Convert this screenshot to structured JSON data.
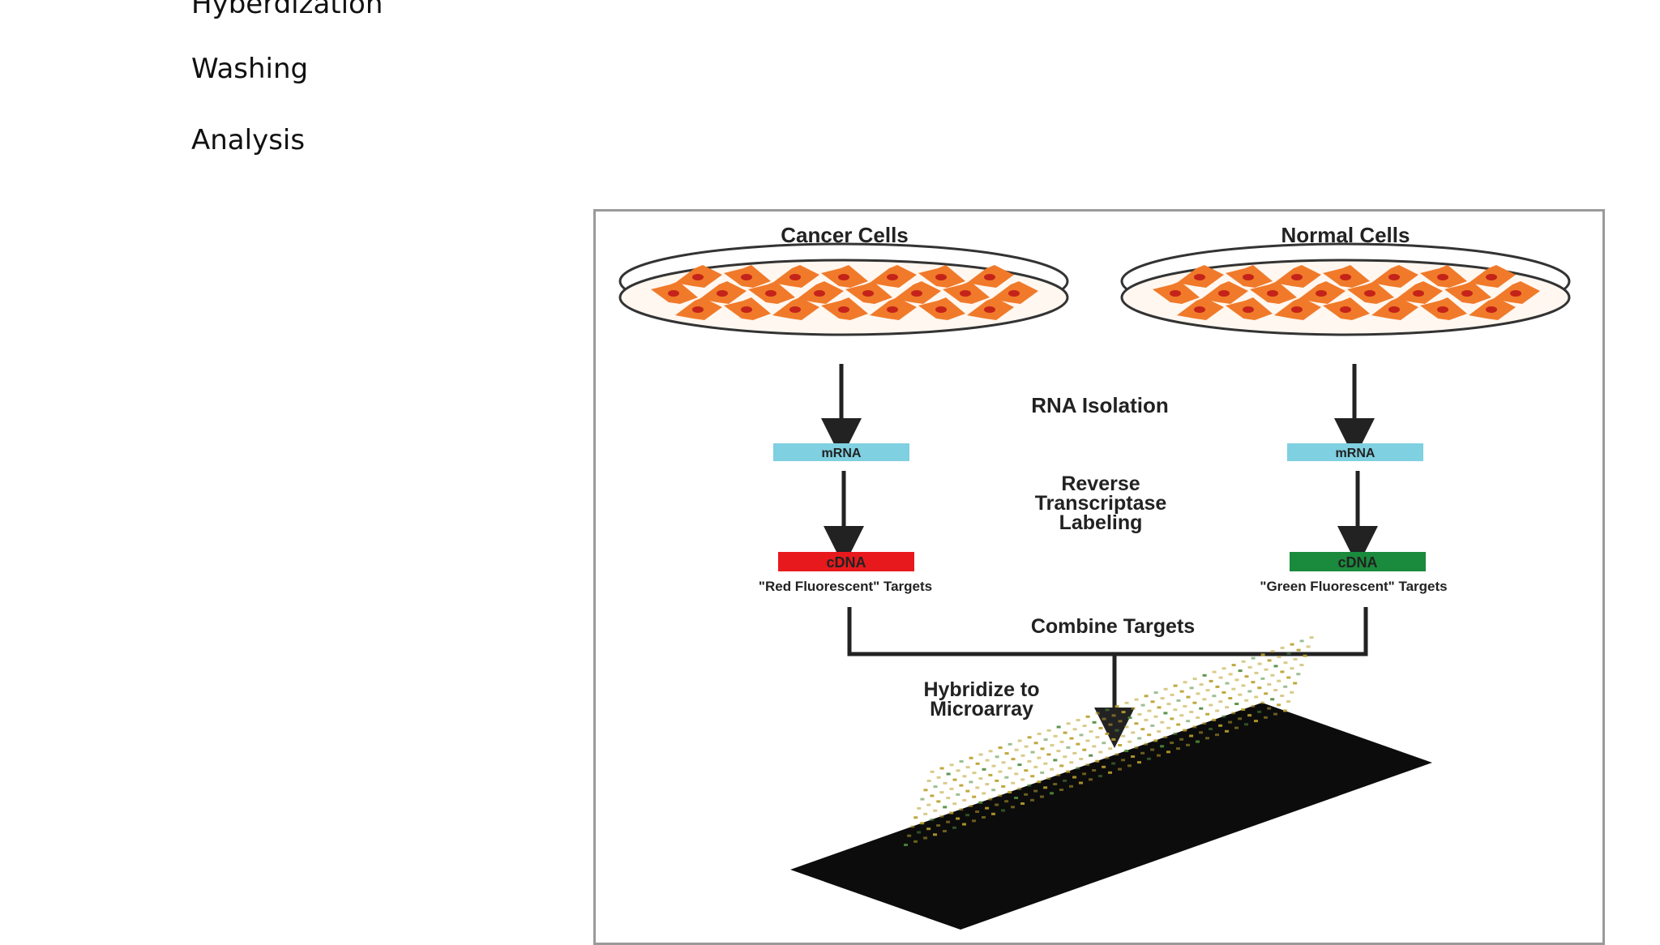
{
  "slide": {
    "steps": [
      "Hyberdization",
      "Washing",
      "Analysis"
    ]
  },
  "diagram": {
    "left_dish_label": "Cancer Cells",
    "right_dish_label": "Normal Cells",
    "rna_isolation_label": "RNA Isolation",
    "left_mrna_label": "mRNA",
    "right_mrna_label": "mRNA",
    "rt_label_line1": "Reverse",
    "rt_label_line2": "Transcriptase",
    "rt_label_line3": "Labeling",
    "left_cdna_label": "cDNA",
    "right_cdna_label": "cDNA",
    "left_targets_label": "\"Red Fluorescent\" Targets",
    "right_targets_label": "\"Green Fluorescent\" Targets",
    "combine_label": "Combine Targets",
    "hybridize_line1": "Hybridize to",
    "hybridize_line2": "Microarray",
    "colors": {
      "mrna_box": "#7fd0e0",
      "cdna_red": "#e8191c",
      "cdna_green": "#1a8a3c",
      "cell_orange": "#f07a2a",
      "cell_nucleus": "#c4231a",
      "microarray": "#0c0c0c",
      "spot": "#b8a02a"
    }
  }
}
